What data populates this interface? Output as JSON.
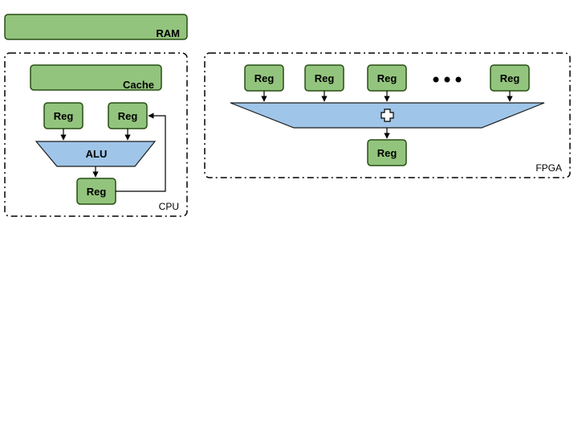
{
  "colors": {
    "register_fill": "#93c47d",
    "register_stroke": "#274e13",
    "alu_fill": "#9fc5e8",
    "alu_stroke": "#1c1c1c",
    "line": "#000000",
    "background": "#ffffff"
  },
  "ram": {
    "label": "RAM"
  },
  "cpu": {
    "label": "CPU",
    "cache_label": "Cache",
    "alu_label": "ALU",
    "input_registers": [
      "Reg",
      "Reg"
    ],
    "output_register": "Reg"
  },
  "fpga": {
    "label": "FPGA",
    "input_registers": [
      "Reg",
      "Reg",
      "Reg",
      "Reg"
    ],
    "output_register": "Reg",
    "adder_icon": "plus-icon",
    "ellipsis_icon": "ellipsis-icon"
  }
}
